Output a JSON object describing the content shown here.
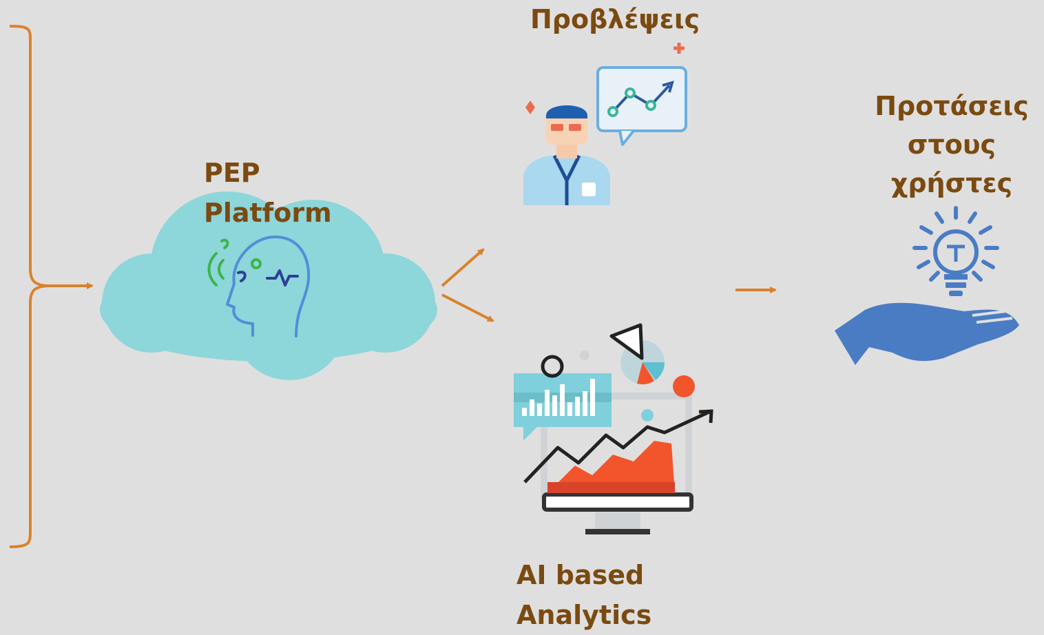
{
  "nodes": {
    "platform": {
      "line1": "PEP",
      "line2": "Platform"
    },
    "predictions": {
      "label": "Προβλέψεις"
    },
    "analytics": {
      "line1": "AI based",
      "line2": "Analytics"
    },
    "suggestions": {
      "line1": "Προτάσεις",
      "line2": "στους",
      "line3": "χρήστες"
    }
  },
  "colors": {
    "background": "#e0dfdf",
    "arrow": "#d9822b",
    "label": "#7a4a10",
    "cloud": "#8dd6da",
    "hand": "#4a7cc4"
  },
  "icons": {
    "platform": "brain-head-icon",
    "predictions": "doctor-chart-icon",
    "analytics": "analytics-dashboard-icon",
    "suggestions": "hand-lightbulb-icon"
  }
}
